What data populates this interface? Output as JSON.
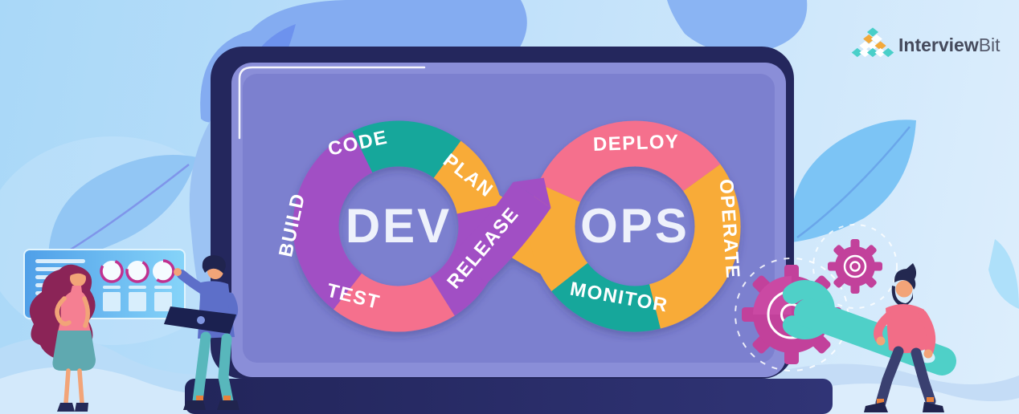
{
  "brand": {
    "logo_text_bold": "Interview",
    "logo_text_light": "Bit"
  },
  "screen_diagram": {
    "left_loop_center_label": "DEV",
    "right_loop_center_label": "OPS",
    "segments": [
      {
        "label": "BUILD",
        "color": "#a14fc4"
      },
      {
        "label": "CODE",
        "color": "#14a79b"
      },
      {
        "label": "PLAN",
        "color": "#f8ab37"
      },
      {
        "label": "TEST",
        "color": "#f56f8d"
      },
      {
        "label": "RELEASE",
        "color": "#a14fc4"
      },
      {
        "label": "DEPLOY",
        "color": "#f56f8d"
      },
      {
        "label": "OPERATE",
        "color": "#f8ab37"
      },
      {
        "label": "MONITOR",
        "color": "#14a79b"
      }
    ]
  },
  "colors": {
    "background_left": "#a9d8f8",
    "background_right": "#ddeefc",
    "laptop_shell": "#24275d",
    "laptop_screen": "#7c80cf",
    "laptop_screen_frame": "#8a8ed8",
    "gear_magenta": "#c2419b",
    "wrench_teal": "#4fd0c8",
    "panel_blue": "#5fb0ee",
    "donut_ring_magenta": "#c0308f",
    "logo_diamond_teal": "#49cfc9",
    "logo_diamond_orange": "#f2a93b"
  }
}
